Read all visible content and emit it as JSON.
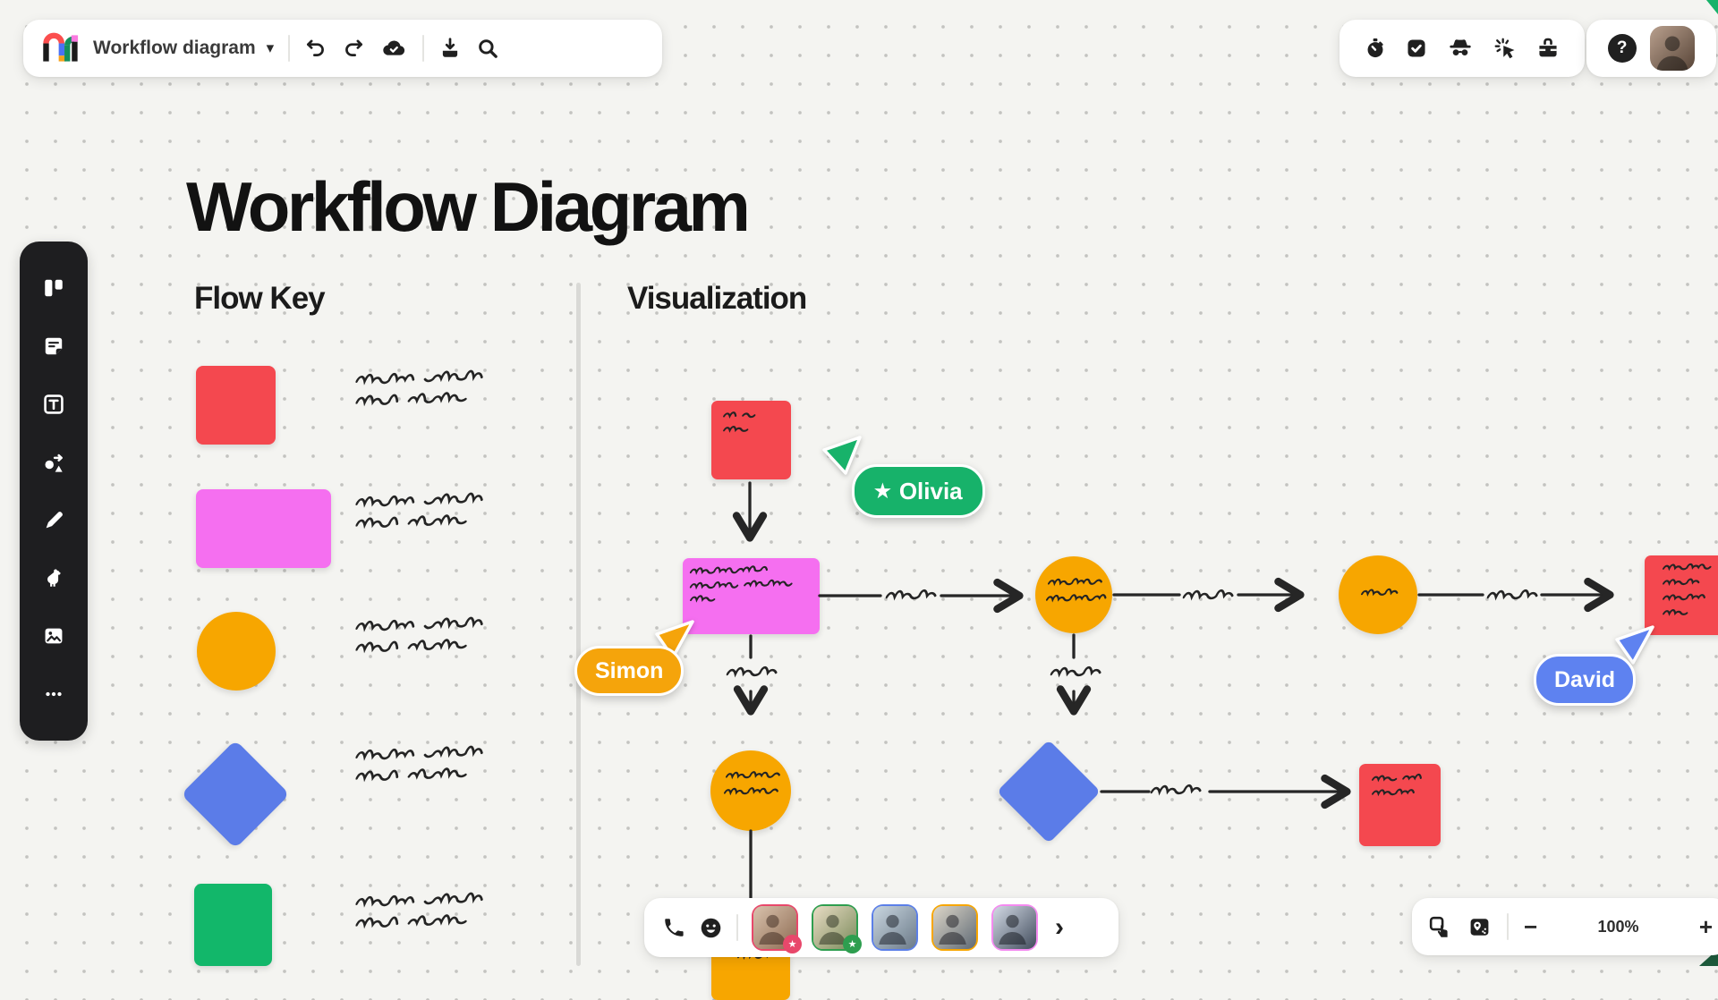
{
  "topbar": {
    "board_title": "Workflow diagram"
  },
  "icons": {
    "caret": "▾",
    "star": "★",
    "chevron_more": "›",
    "help": "?"
  },
  "canvas": {
    "title": "Workflow Diagram",
    "left_section": "Flow Key",
    "right_section": "Visualization",
    "colors": {
      "red": "#F4484F",
      "magenta": "#F56FF0",
      "orange": "#F7A600",
      "blue": "#5B7CE8",
      "green": "#12B76A"
    },
    "flow_key_items": [
      {
        "shape": "square",
        "color": "#F4484F"
      },
      {
        "shape": "rectangle",
        "color": "#F56FF0"
      },
      {
        "shape": "circle",
        "color": "#F7A600"
      },
      {
        "shape": "diamond",
        "color": "#5B7CE8"
      },
      {
        "shape": "square",
        "color": "#12B76A"
      }
    ]
  },
  "collaborators": [
    {
      "name": "Olivia",
      "color": "#17B26A"
    },
    {
      "name": "Simon",
      "color": "#F5A40B"
    },
    {
      "name": "David",
      "color": "#5E82F0"
    }
  ],
  "bottom_toolbar": {
    "participant_rings": [
      "#E8486B",
      "#2E9E4F",
      "#5B7FE8",
      "#F7A600",
      "#F48AF0"
    ],
    "starred": [
      true,
      true,
      false,
      false,
      false
    ]
  },
  "zoom_controls": {
    "zoom_out": "−",
    "zoom_level": "100%",
    "zoom_in": "+"
  }
}
